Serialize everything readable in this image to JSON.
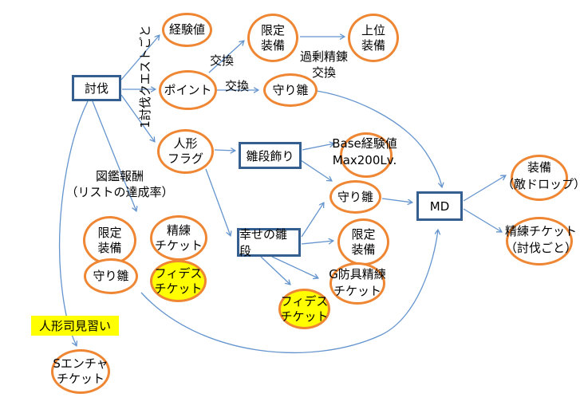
{
  "colors": {
    "node_stroke": "#ee8633",
    "box_border": "#365f91",
    "arrow": "#6494ce",
    "highlight": "#ffff00",
    "text": "#000000"
  },
  "boxes": {
    "tobatsu": {
      "label": "討伐"
    },
    "hinadan_kazari": {
      "label": "雛段飾り"
    },
    "shiawase_hinadan": {
      "label": "幸せの雛段"
    },
    "md": {
      "label": "MD"
    }
  },
  "ellipses": {
    "keikenchi": {
      "line1": "経験値"
    },
    "point": {
      "line1": "ポイント"
    },
    "gentei_soubi_top": {
      "line1": "限定",
      "line2": "装備"
    },
    "joui_soubi": {
      "line1": "上位",
      "line2": "装備"
    },
    "mamori_hina_top": {
      "line1": "守り雛"
    },
    "ningyou_flag": {
      "line1": "人形",
      "line2": "フラグ"
    },
    "base_keikenchi": {
      "line1": "Base経験値",
      "line2": "Max200Lv."
    },
    "mamori_hina_mid": {
      "line1": "守り雛"
    },
    "gentei_soubi_mid": {
      "line1": "限定",
      "line2": "装備"
    },
    "g_bougu_ticket": {
      "line1": "G防具精練",
      "line2": "チケット"
    },
    "fides_ticket_mid": {
      "line1": "フィデス",
      "line2": "チケット"
    },
    "gentei_soubi_left": {
      "line1": "限定",
      "line2": "装備"
    },
    "seiren_ticket_left": {
      "line1": "精練",
      "line2": "チケット"
    },
    "mamori_hina_left": {
      "line1": "守り雛"
    },
    "fides_ticket_left": {
      "line1": "フィデス",
      "line2": "チケット"
    },
    "s_encha_ticket": {
      "line1": "Sエンチャ",
      "line2": "チケット"
    },
    "soubi_drop": {
      "line1": "装備",
      "line2": "（敵ドロップ）"
    },
    "seiren_ticket_tobatsu": {
      "line1": "精練チケット",
      "line2": "（討伐ごと）"
    }
  },
  "labels": {
    "per_quest": "1討伐クエストごと",
    "koukan1": "交換",
    "koukan2": "交換",
    "kajou_line1": "過剰精錬",
    "kajou_line2": "交換",
    "zukan_line1": "図鑑報酬",
    "zukan_line2": "（リストの達成率）",
    "ningyou_tsukasa": "人形司見習い"
  }
}
